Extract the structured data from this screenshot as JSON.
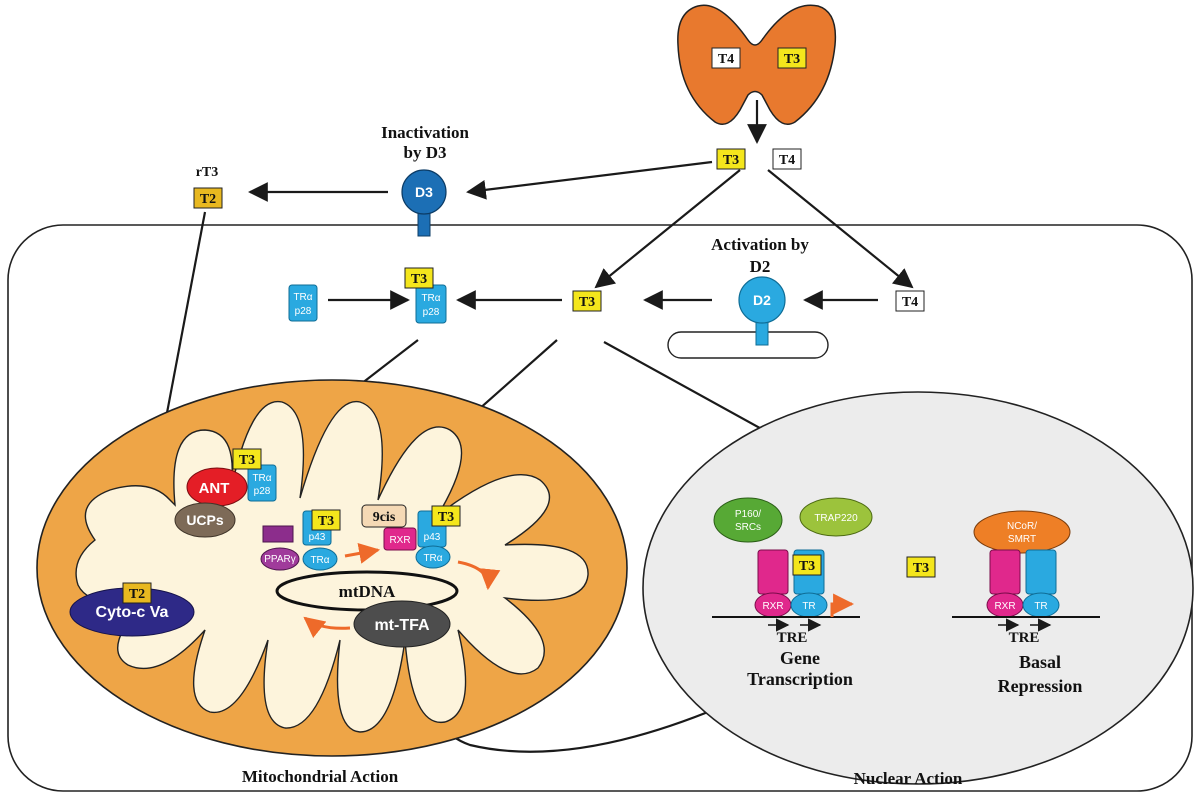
{
  "labels": {
    "t4": "T4",
    "t3": "T3",
    "rt3": "rT3",
    "t2": "T2",
    "d3": "D3",
    "d2": "D2",
    "inactivation_line1": "Inactivation",
    "inactivation_line2": "by D3",
    "activation_line1": "Activation by",
    "activation_line2": "D2",
    "tra": "TRα",
    "p28": "p28",
    "p43": "p43",
    "ant": "ANT",
    "ucps": "UCPs",
    "ppar": "PPARγ",
    "rxr": "RXR",
    "tr": "TR",
    "nine_cis": "9cis",
    "mtdna": "mtDNA",
    "mt_tfa": "mt-TFA",
    "cyto": "Cyto-c Va",
    "p160_line1": "P160/",
    "p160_line2": "SRCs",
    "trap": "TRAP220",
    "ncor_line1": "NCoR/",
    "ncor_line2": "SMRT",
    "tre": "TRE",
    "gene_line1": "Gene",
    "gene_line2": "Transcription",
    "basal_line1": "Basal",
    "basal_line2": "Repression",
    "mito_caption": "Mitochondrial  Action",
    "nuclear_caption": "Nuclear Action"
  },
  "colors": {
    "thyroid": "#e8792e",
    "mito_outer": "#eea547",
    "mito_inner": "#fdf4dc",
    "nucleus": "#ececec",
    "t3_box": "#f4e61c",
    "t2_box": "#e8b820",
    "deiodinase_d3": "#1c6fb5",
    "deiodinase_d2": "#2aa9e0",
    "receptor_blue": "#2aa9e0",
    "rxr_pink": "#e0288c",
    "ant_red": "#e41e26",
    "ucp_brown": "#7d6a57",
    "ppar_purple": "#8c2d8c",
    "cyto_navy": "#2e2987",
    "mttfa_gray": "#4d4d4d",
    "p160_green": "#57a935",
    "trap_green": "#9cc33c",
    "ncor_orange": "#ee7f26",
    "arrow_orange": "#ee6a2a"
  }
}
